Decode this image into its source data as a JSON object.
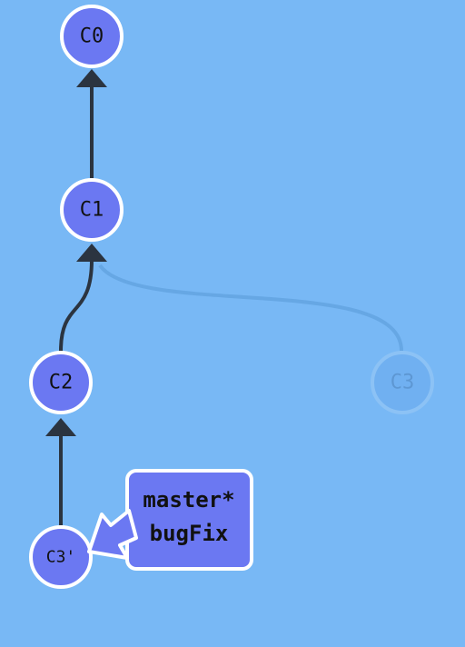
{
  "colors": {
    "background": "#78b8f5",
    "commit_fill": "#6b78f2",
    "commit_stroke": "#ffffff",
    "edge": "#2b3440",
    "ghost_edge": "#5a9bd8",
    "ghost_fill": "#6eaef0",
    "ghost_stroke": "#95c7f5"
  },
  "commits": [
    {
      "id": "C0",
      "label": "C0"
    },
    {
      "id": "C1",
      "label": "C1"
    },
    {
      "id": "C2",
      "label": "C2"
    },
    {
      "id": "C3",
      "label": "C3",
      "ghost": true
    },
    {
      "id": "C3p",
      "label": "C3'"
    }
  ],
  "edges": [
    {
      "from": "C1",
      "to": "C0"
    },
    {
      "from": "C2",
      "to": "C1"
    },
    {
      "from": "C3",
      "to": "C1",
      "ghost": true
    },
    {
      "from": "C3p",
      "to": "C2"
    }
  ],
  "branch_box": {
    "target": "C3'",
    "lines": [
      "master*",
      "bugFix"
    ]
  }
}
